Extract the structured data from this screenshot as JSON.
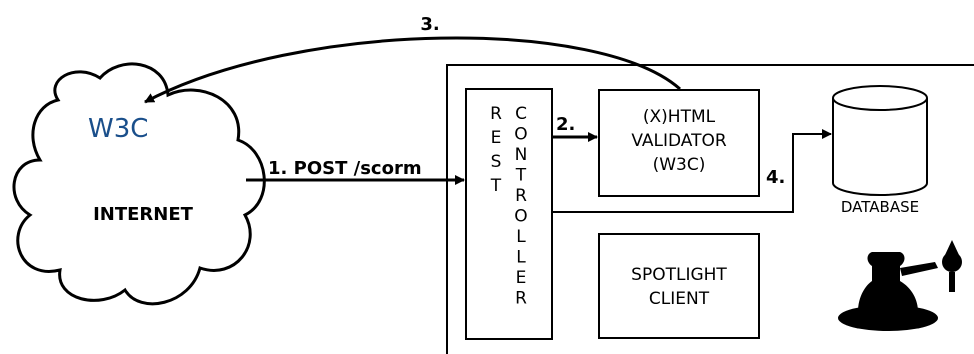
{
  "cloud": {
    "logo": "W3C",
    "label": "INTERNET"
  },
  "rest_controller": {
    "word1": "REST",
    "word2": "CONTROLLER"
  },
  "validator": {
    "line1": "(X)HTML",
    "line2": "VALIDATOR",
    "line3": "(W3C)"
  },
  "database": {
    "label": "DATABASE"
  },
  "spotlight": {
    "line1": "SPOTLIGHT",
    "line2": "CLIENT"
  },
  "arrows": {
    "step1": "1. POST /scorm",
    "step2": "2.",
    "step3": "3.",
    "step4": "4."
  },
  "icons": {
    "logo": "buddha-silhouette-icon"
  }
}
